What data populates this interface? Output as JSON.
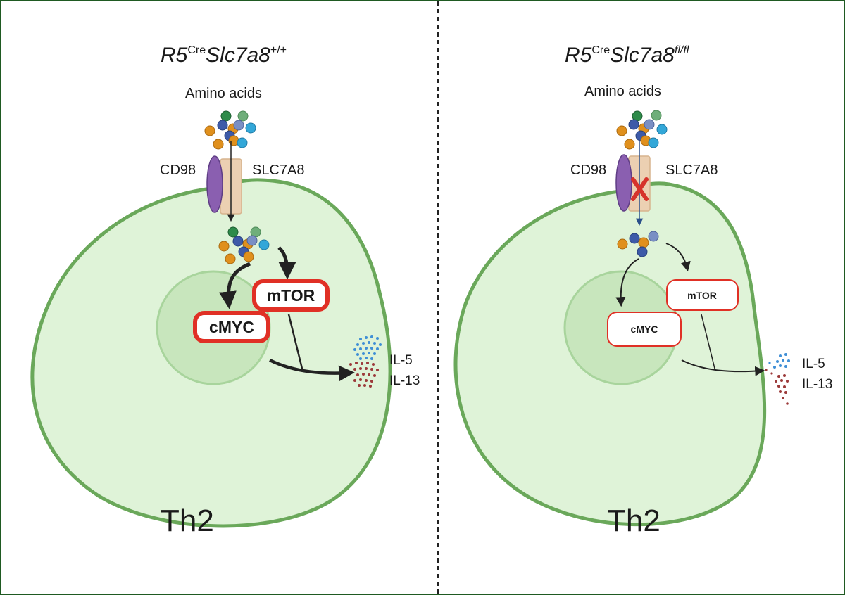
{
  "colors": {
    "frame": "#1f5a22",
    "cell_fill": "#dff3d8",
    "cell_stroke": "#6aa85a",
    "nucleus_fill": "#c8e6bd",
    "nucleus_stroke": "#a8d49c",
    "box_stroke": "#e03025",
    "arrow": "#222222",
    "cd98": "#8a5fb0",
    "slc7a8": "#e9c9a6",
    "block_x": "#d6332b",
    "il5_dots": "#3f8fd6",
    "il13_dots": "#9c3a3a"
  },
  "panels": [
    {
      "title_base": "R5",
      "title_sup1": "Cre",
      "title_gene": "Slc7a8",
      "title_sup2": "+/+",
      "amino_acids": "Amino acids",
      "cd98": "CD98",
      "slc7a8": "SLC7A8",
      "mtor": "mTOR",
      "cmyc": "cMYC",
      "il5": "IL-5",
      "il13": "IL-13",
      "cell_type": "Th2",
      "blocked": false
    },
    {
      "title_base": "R5",
      "title_sup1": "Cre",
      "title_gene": "Slc7a8",
      "title_sup2": "fl/fl",
      "amino_acids": "Amino acids",
      "cd98": "CD98",
      "slc7a8": "SLC7A8",
      "mtor": "mTOR",
      "cmyc": "cMYC",
      "il5": "IL-5",
      "il13": "IL-13",
      "cell_type": "Th2",
      "blocked": true
    }
  ]
}
